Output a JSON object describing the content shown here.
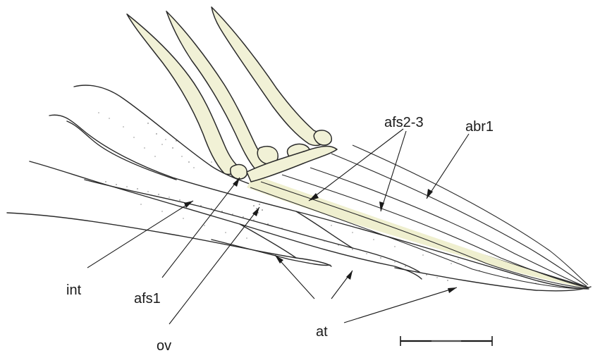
{
  "labels": {
    "afs2_3": "afs2-3",
    "abr1": "abr1",
    "int": "int",
    "afs1": "afs1",
    "ov": "ov",
    "at": "at"
  },
  "colors": {
    "bone_fill": "#f1f1d6",
    "ink": "#2a2a2a"
  }
}
